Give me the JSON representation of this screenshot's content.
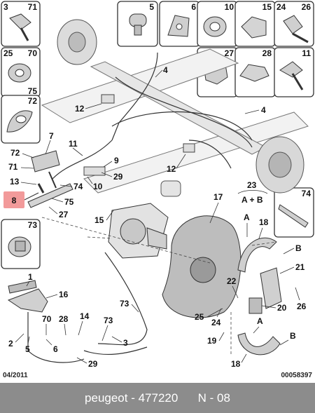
{
  "boxes": [
    {
      "key": "b71",
      "numbers": [
        "3",
        "71"
      ]
    },
    {
      "key": "b5",
      "numbers": [
        "5"
      ]
    },
    {
      "key": "b6",
      "numbers": [
        "6"
      ]
    },
    {
      "key": "b10",
      "numbers": [
        "10"
      ]
    },
    {
      "key": "b15",
      "numbers": [
        "15"
      ]
    },
    {
      "key": "b2426",
      "numbers": [
        "24",
        "26"
      ]
    },
    {
      "key": "b2570",
      "numbers": [
        "25",
        "70",
        "75"
      ]
    },
    {
      "key": "b27",
      "numbers": [
        "27"
      ]
    },
    {
      "key": "b28",
      "numbers": [
        "28"
      ]
    },
    {
      "key": "b11",
      "numbers": [
        "11"
      ]
    },
    {
      "key": "b72",
      "numbers": [
        "72"
      ]
    },
    {
      "key": "b73",
      "numbers": [
        "73"
      ]
    },
    {
      "key": "b74",
      "numbers": [
        "74"
      ]
    }
  ],
  "callouts": {
    "c4a": "4",
    "c4b": "4",
    "c12a": "12",
    "c12b": "12",
    "c7": "7",
    "c11": "11",
    "c9": "9",
    "c29a": "29",
    "c72": "72",
    "c71": "71",
    "c13": "13",
    "c74": "74",
    "c10": "10",
    "c8": "8",
    "c75": "75",
    "c27": "27",
    "c15": "15",
    "c17": "17",
    "c23": "23",
    "cAB": "A + B",
    "cA1": "A",
    "c18a": "18",
    "cB1": "B",
    "c21": "21",
    "c22": "22",
    "c20": "20",
    "c26": "26",
    "c1": "1",
    "c16": "16",
    "c73": "73",
    "c70": "70",
    "c28": "28",
    "c14": "14",
    "c73b": "73",
    "c25": "25",
    "c24": "24",
    "cA2": "A",
    "c19": "19",
    "cB2": "B",
    "c2": "2",
    "c5": "5",
    "c6": "6",
    "c3": "3",
    "c29b": "29",
    "c18b": "18"
  },
  "highlight_label": "8",
  "date": "04/2011",
  "code": "00058397",
  "footer": {
    "brand": "peugeot",
    "part_number": "477220",
    "page": "N - 08"
  }
}
